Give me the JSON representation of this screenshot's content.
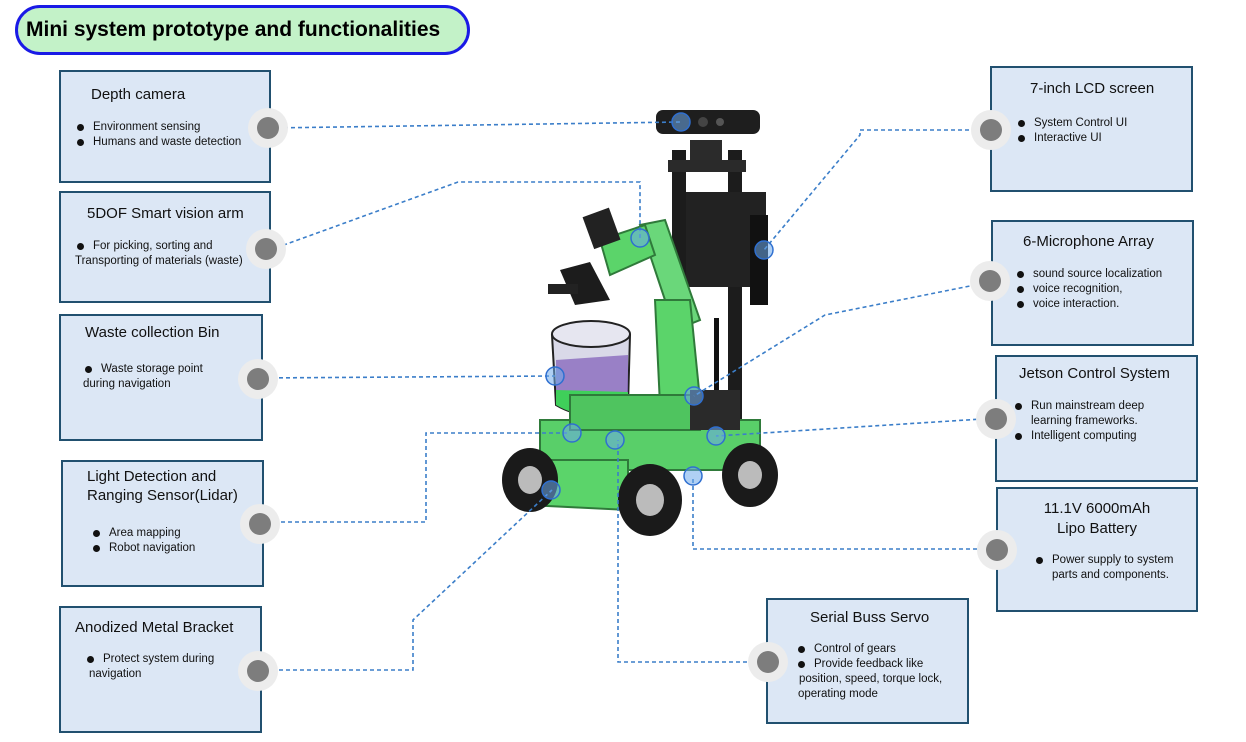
{
  "title": "Mini system prototype and functionalities",
  "components": {
    "depth_camera": {
      "heading": "Depth camera",
      "bullets": [
        "Environment sensing",
        "Humans and waste detection"
      ]
    },
    "vision_arm": {
      "heading": "5DOF Smart vision arm",
      "bullets": [
        "For picking, sorting and"
      ],
      "continuation": "Transporting of materials (waste)"
    },
    "waste_bin": {
      "heading": "Waste collection Bin",
      "bullets": [
        "Waste storage point"
      ],
      "continuation": "during navigation"
    },
    "lidar": {
      "heading_line1": "Light Detection and",
      "heading_line2": "Ranging Sensor(Lidar)",
      "bullets": [
        "Area mapping",
        "Robot navigation"
      ]
    },
    "bracket": {
      "heading": "Anodized Metal Bracket",
      "bullets": [
        "Protect system during"
      ],
      "continuation": "navigation"
    },
    "lcd": {
      "heading": "7-inch LCD screen",
      "bullets": [
        "System Control UI",
        "Interactive UI"
      ]
    },
    "mic": {
      "heading": "6-Microphone Array",
      "bullets": [
        "sound source localization",
        "voice recognition,",
        " voice interaction."
      ]
    },
    "jetson": {
      "heading": "Jetson Control System",
      "bullet1": "Run mainstream deep",
      "bullet1_cont": "learning frameworks.",
      "bullet2": "Intelligent computing"
    },
    "battery": {
      "heading_line1": "11.1V 6000mAh",
      "heading_line2": "Lipo Battery",
      "bullet1": "Power supply to system",
      "bullet1_cont": "parts and components."
    },
    "servo": {
      "heading": "Serial Buss Servo",
      "bullet1": "Control of gears",
      "bullet2": "Provide feedback like",
      "bullet2_cont1": "position, speed, torque lock,",
      "bullet2_cont2": "operating mode"
    }
  },
  "colors": {
    "title_bg": "#c3f2c8",
    "title_border": "#1a1ae6",
    "box_bg": "#dce7f5",
    "box_border": "#21506f",
    "connector": "#3b7ec9",
    "robot_green": "#5bd46a"
  }
}
